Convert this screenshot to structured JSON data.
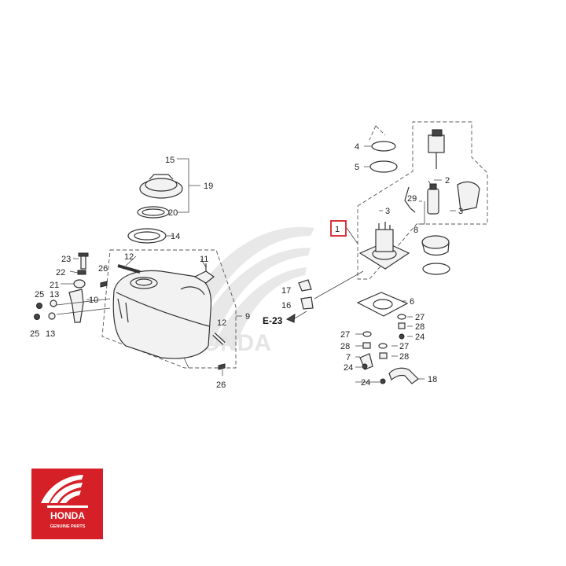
{
  "callouts": {
    "c1": "1",
    "c2": "2",
    "c3a": "3",
    "c3b": "3",
    "c4": "4",
    "c5": "5",
    "c6": "6",
    "c7": "7",
    "c8": "8",
    "c9": "9",
    "c10": "10",
    "c11": "11",
    "c12a": "12",
    "c12b": "12",
    "c13a": "13",
    "c13b": "13",
    "c14": "14",
    "c15": "15",
    "c16": "16",
    "c17": "17",
    "c18": "18",
    "c19": "19",
    "c20": "20",
    "c21": "21",
    "c22": "22",
    "c23": "23",
    "c24a": "24",
    "c24b": "24",
    "c24c": "24",
    "c25a": "25",
    "c25b": "25",
    "c26a": "26",
    "c26b": "26",
    "c27a": "27",
    "c27b": "27",
    "c27c": "27",
    "c28a": "28",
    "c28b": "28",
    "c28c": "28",
    "c29": "29"
  },
  "reference": "E-23",
  "highlight_color": "#d62027",
  "logo": {
    "brand": "HONDA",
    "tagline": "GENUINE PARTS",
    "bg_color": "#d62027"
  },
  "watermark": {
    "text": "HONDA"
  }
}
